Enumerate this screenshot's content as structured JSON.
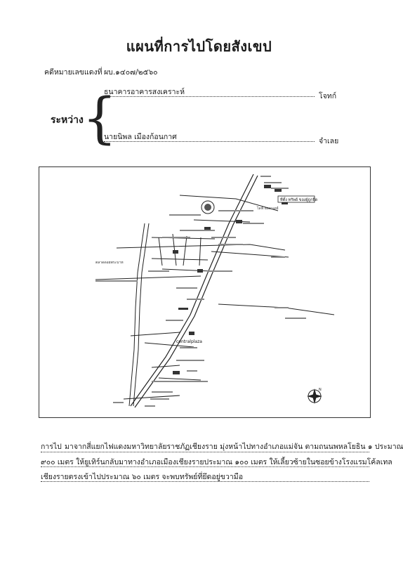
{
  "title": "แผนที่การไปโดยสังเขป",
  "case": {
    "label": "คดีหมายเลขแดงที่",
    "number": "ผบ.๑๔๐๗/๒๕๖๐"
  },
  "parties": {
    "between_label": "ระหว่าง",
    "plaintiff_name": "ธนาคารอาคารสงเคราะห์",
    "plaintiff_role": "โจทก์",
    "defendant_name": "นายนิพล เมืองก้อนกาศ",
    "defendant_role": "จำเลย"
  },
  "directions": {
    "label": "การไป",
    "lines": [
      "มาจากสี่แยกไฟแดงมหาวิทยาลัยราชภัฏเชียงราย มุ่งหน้าไปทางอำเภอแม่จัน ตามถนนพหลโยธิน ๑ ประมาณ",
      "๙๐๐ เมตร ให้ยูเทิร์นกลับมาทางอำเภอเมืองเชียงรายประมาณ ๑๐๐ เมตร ให้เลี้ยวซ้ายในซอยข้างโรงแรมโค้ลเทล",
      "เชียงรายตรงเข้าไปประมาณ ๖๐ เมตร จะพบทรัพย์ที่ยึดอยู่ขวามือ"
    ]
  },
  "map": {
    "labels": {
      "property": "ที่ตั้ง ทรัพย์ ของผู้ถูกยึด",
      "landmark_hotel": "ไลฟ์ ฮอลาเดย์",
      "central": "centralplaza",
      "market": "ตลาดดอยพระบาท"
    },
    "compass": "N"
  }
}
